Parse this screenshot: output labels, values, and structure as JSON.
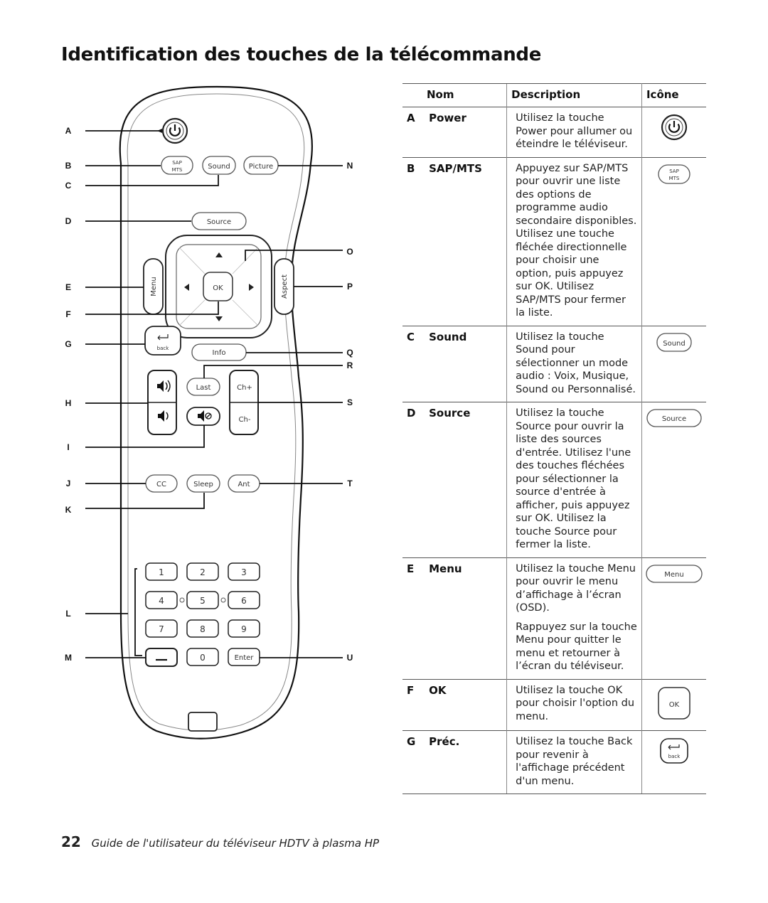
{
  "page": {
    "title": "Identification des touches de la télécommande",
    "page_number": "22",
    "footer_text": "Guide de l'utilisateur du téléviseur HDTV à plasma HP"
  },
  "remote": {
    "left_labels": [
      "A",
      "B",
      "C",
      "D",
      "E",
      "F",
      "G",
      "H",
      "I",
      "J",
      "K",
      "L",
      "M"
    ],
    "right_labels": [
      "N",
      "O",
      "P",
      "Q",
      "R",
      "S",
      "T",
      "U"
    ],
    "buttons": {
      "sap_top": "SAP",
      "sap_bottom": "MTS",
      "sound": "Sound",
      "picture": "Picture",
      "source": "Source",
      "menu": "Menu",
      "ok": "OK",
      "aspect": "Aspect",
      "back": "back",
      "info": "Info",
      "last": "Last",
      "ch_up": "Ch+",
      "ch_down": "Ch-",
      "cc": "CC",
      "sleep": "Sleep",
      "ant": "Ant",
      "digits": [
        "1",
        "2",
        "3",
        "4",
        "5",
        "6",
        "7",
        "8",
        "9"
      ],
      "zero": "0",
      "enter": "Enter"
    }
  },
  "table": {
    "headers": {
      "name": "Nom",
      "description": "Description",
      "icon": "Icône"
    },
    "rows": [
      {
        "letter": "A",
        "name": "Power",
        "description": [
          "Utilisez la touche Power pour allumer ou éteindre le téléviseur."
        ],
        "icon": "power-icon"
      },
      {
        "letter": "B",
        "name": "SAP/MTS",
        "description": [
          "Appuyez sur SAP/MTS pour ouvrir une liste des options de programme audio secondaire disponibles. Utilisez une touche fléchée directionnelle pour choisir une option, puis appuyez sur OK. Utilisez SAP/MTS pour fermer la liste."
        ],
        "icon": "sap-mts-icon",
        "icon_text_top": "SAP",
        "icon_text_bottom": "MTS"
      },
      {
        "letter": "C",
        "name": "Sound",
        "description": [
          "Utilisez la touche Sound pour sélectionner un mode audio : Voix, Musique, Sound ou Personnalisé."
        ],
        "icon": "sound-button-icon",
        "icon_text": "Sound"
      },
      {
        "letter": "D",
        "name": "Source",
        "description": [
          "Utilisez la touche Source pour ouvrir la liste des sources d'entrée. Utilisez l'une des touches fléchées pour sélectionner la source d'entrée à afficher, puis appuyez sur OK. Utilisez la touche Source pour fermer la liste."
        ],
        "icon": "source-button-icon",
        "icon_text": "Source"
      },
      {
        "letter": "E",
        "name": "Menu",
        "description": [
          "Utilisez la touche Menu pour ouvrir le menu d’affichage à l’écran (OSD).",
          "Rappuyez sur la touche Menu pour quitter le menu et retourner à l’écran du téléviseur."
        ],
        "icon": "menu-button-icon",
        "icon_text": "Menu"
      },
      {
        "letter": "F",
        "name": "OK",
        "description": [
          "Utilisez la touche OK pour choisir l'option du menu."
        ],
        "icon": "ok-button-icon",
        "icon_text": "OK"
      },
      {
        "letter": "G",
        "name": "Préc.",
        "description": [
          "Utilisez la touche Back pour revenir à l'affichage précédent d'un menu."
        ],
        "icon": "back-button-icon",
        "icon_text": "back"
      }
    ]
  },
  "colors": {
    "line": "#111111",
    "button_stroke": "#555555",
    "table_border": "#555555"
  }
}
